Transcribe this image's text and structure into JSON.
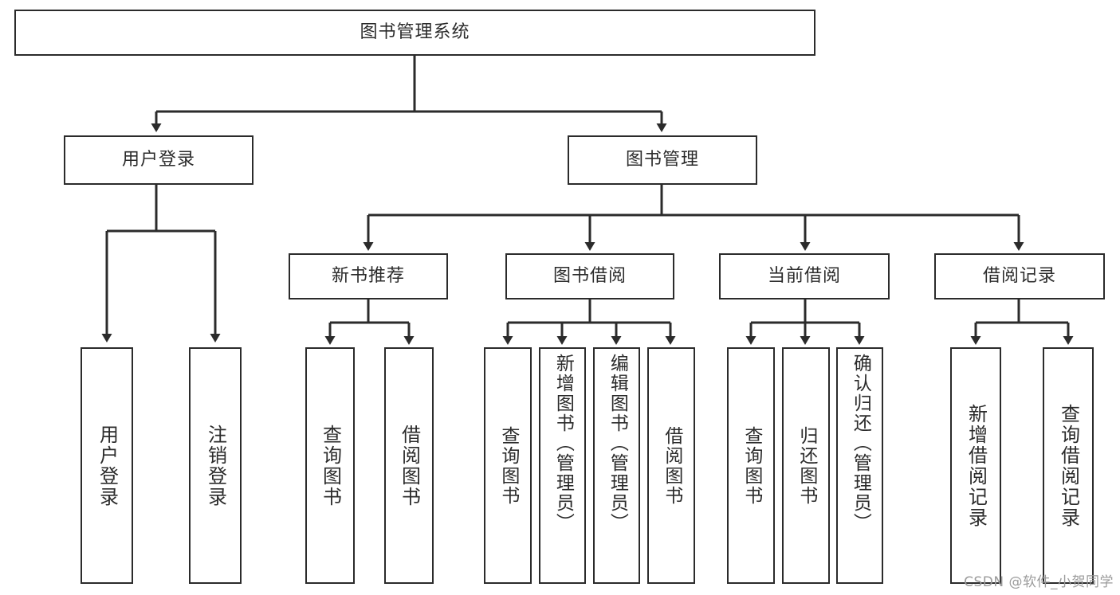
{
  "diagram": {
    "title": "图书管理系统",
    "type": "tree-hierarchy",
    "watermark": "CSDN @软件_小贺同学",
    "colors": {
      "stroke": "#2b2b2b",
      "text": "#2b2b2b",
      "background": "#ffffff",
      "watermark": "#9b9b9b"
    },
    "nodes": {
      "root": {
        "label": "图书管理系统"
      },
      "level2": [
        {
          "id": "user-login",
          "label": "用户登录"
        },
        {
          "id": "book-management",
          "label": "图书管理"
        }
      ],
      "level3": [
        {
          "id": "new-book-recommend",
          "label": "新书推荐"
        },
        {
          "id": "book-borrow",
          "label": "图书借阅"
        },
        {
          "id": "current-borrow",
          "label": "当前借阅"
        },
        {
          "id": "borrow-record",
          "label": "借阅记录"
        }
      ],
      "leaves": [
        {
          "id": "leaf-user-login",
          "label": "用户登录",
          "parent": "user-login"
        },
        {
          "id": "leaf-logout",
          "label": "注销登录",
          "parent": "user-login"
        },
        {
          "id": "leaf-query-book-1",
          "label": "查询图书",
          "parent": "new-book-recommend"
        },
        {
          "id": "leaf-borrow-book-1",
          "label": "借阅图书",
          "parent": "new-book-recommend"
        },
        {
          "id": "leaf-query-book-2",
          "label": "查询图书",
          "parent": "book-borrow"
        },
        {
          "id": "leaf-add-book",
          "label": "新增图书（管理员）",
          "parent": "book-borrow"
        },
        {
          "id": "leaf-edit-book",
          "label": "编辑图书（管理员）",
          "parent": "book-borrow"
        },
        {
          "id": "leaf-borrow-book-2",
          "label": "借阅图书",
          "parent": "book-borrow"
        },
        {
          "id": "leaf-query-book-3",
          "label": "查询图书",
          "parent": "current-borrow"
        },
        {
          "id": "leaf-return-book",
          "label": "归还图书",
          "parent": "current-borrow"
        },
        {
          "id": "leaf-confirm-return",
          "label": "确认归还（管理员）",
          "parent": "current-borrow"
        },
        {
          "id": "leaf-add-record",
          "label": "新增借阅记录",
          "parent": "borrow-record"
        },
        {
          "id": "leaf-query-record",
          "label": "查询借阅记录",
          "parent": "borrow-record"
        }
      ]
    }
  }
}
